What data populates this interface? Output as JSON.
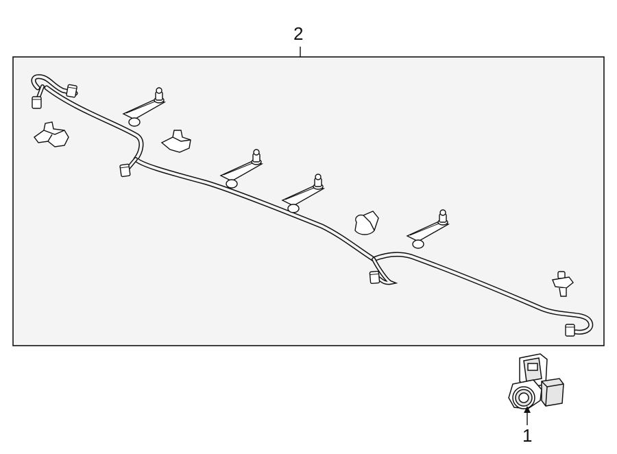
{
  "diagram": {
    "callouts": [
      {
        "id": "2",
        "label": "2",
        "part": "parking-sensor-wiring-harness"
      },
      {
        "id": "1",
        "label": "1",
        "part": "parking-aid-sensor"
      }
    ],
    "colors": {
      "line": "#111111",
      "panel_fill": "#f4f4f4",
      "part_fill": "#ffffff",
      "sensor_fill": "#e6e6e6"
    }
  }
}
